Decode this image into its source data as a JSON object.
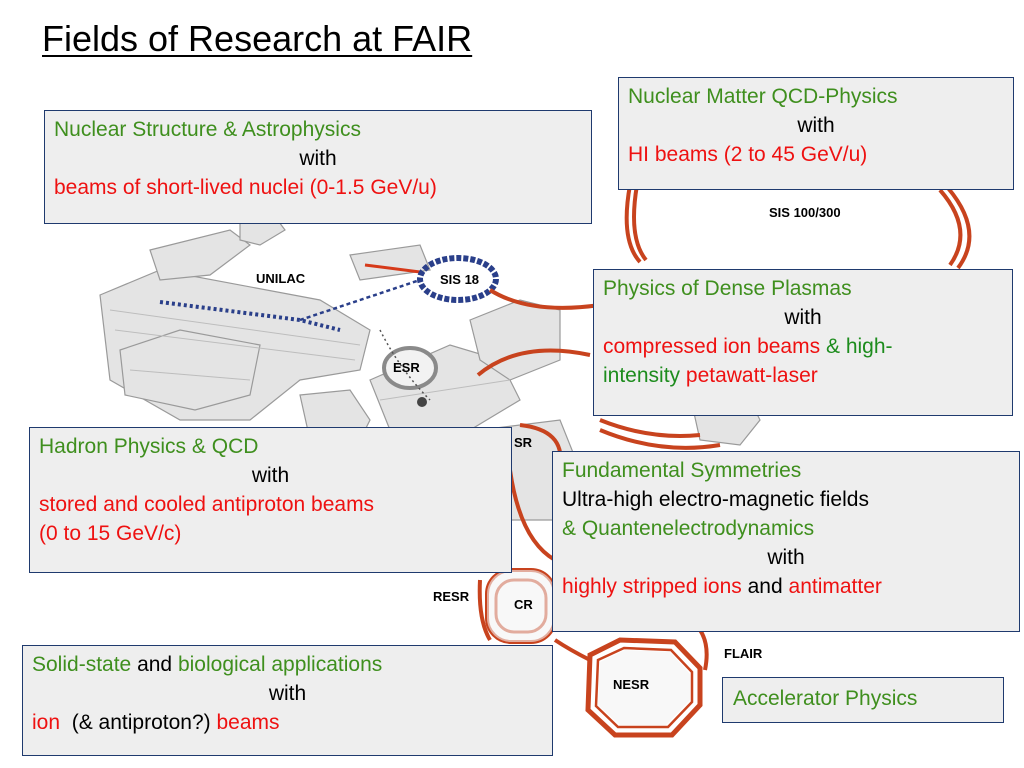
{
  "title": "Fields of Research at FAIR",
  "labels": {
    "sis100": "SIS 100/300",
    "unilac": "UNILAC",
    "sis18": "SIS 18",
    "esr": "ESR",
    "sr": "SR",
    "resr": "RESR",
    "cr": "CR",
    "flair": "FLAIR",
    "nesr": "NESR"
  },
  "boxes": {
    "nuclear_matter": {
      "line1": "Nuclear Matter QCD-Physics",
      "with": "with",
      "line3": "HI beams (2 to 45 GeV/u)"
    },
    "nuclear_structure": {
      "line1": "Nuclear Structure & Astrophysics",
      "with": "with",
      "line3": "beams of short-lived nuclei (0-1.5 GeV/u)"
    },
    "dense_plasmas": {
      "line1": "Physics of Dense Plasmas",
      "with": "with",
      "line3a": "compressed ion beams",
      "amp": "&",
      "line3b": "high-",
      "line4a": "intensity",
      "line4b": "petawatt-laser"
    },
    "hadron": {
      "line1": "Hadron Physics & QCD",
      "with": "with",
      "line3": "stored and cooled antiproton beams",
      "line4": "(0 to 15 GeV/c)"
    },
    "fundamental": {
      "line1": "Fundamental Symmetries",
      "line2": "Ultra-high electro-magnetic fields",
      "line3": "& Quantenelectrodynamics",
      "with": "with",
      "line5a": "highly stripped ions",
      "and": "and",
      "line5b": "antimatter"
    },
    "solid_state": {
      "line1a": "Solid-state",
      "and": "and",
      "line1b": "biological applications",
      "with": "with",
      "line3a": "ion",
      "line3b": "(& antiproton?)",
      "line3c": "beams"
    },
    "accelerator": {
      "label": "Accelerator Physics"
    }
  },
  "colors": {
    "ring": "#c8431e",
    "beamline": "#2a3f8a",
    "box_border": "#1f3a6e",
    "box_bg": "#eeeeee",
    "green": "#3f8f1e",
    "red": "#ee1111"
  }
}
